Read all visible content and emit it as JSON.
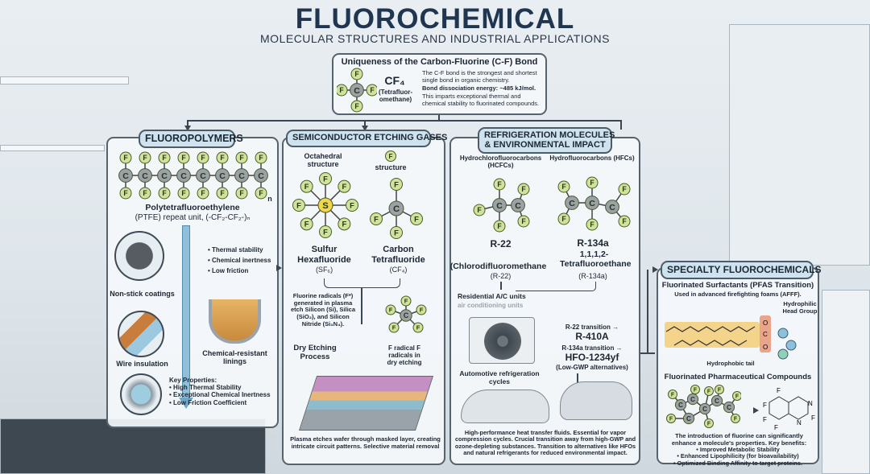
{
  "header": {
    "title": "FLUOROCHEMICAL",
    "subtitle": "MOLECULAR STRUCTURES AND INDUSTRIAL APPLICATIONS"
  },
  "atoms": {
    "F": "F",
    "C": "C",
    "S": "S"
  },
  "cf_bond": {
    "title": "Uniqueness of the Carbon-Fluorine (C-F) Bond",
    "formula": "CF₄",
    "name": "(Tetrafluor-omethane)",
    "line1": "The C-F bond is the strongest and shortest single bond in organic chemistry.",
    "line2": "Bond dissociation energy: ~485 kJ/mol.",
    "line3": "This imparts exceptional thermal and chemical stability to fluorinated compounds."
  },
  "fluoropolymers": {
    "title": "FLUOROPOLYMERS",
    "subscript_n": "n",
    "name": "Polytetrafluoroethylene",
    "repeat": "(PTFE) repeat unit, (-CF₂-CF₂-)ₙ",
    "props": [
      "• Thermal stability",
      "• Chemical inertness",
      "• Low friction"
    ],
    "app1": "Non-stick coatings",
    "app2": "Wire insulation",
    "app3": "Chemical-resistant linings",
    "key_title": "Key Properties:",
    "key": [
      "• High Thermal Stability",
      "• Exceptional Chemical Inertness",
      "• Low Friction Coefficient"
    ]
  },
  "etching": {
    "title": "SEMICONDUCTOR ETCHING GASES",
    "oct": "Octahedral structure",
    "struct": "structure",
    "sf6_name": "Sulfur Hexafluoride",
    "sf6_formula": "(SF₆)",
    "cf4_name": "Carbon Tetrafluoride",
    "cf4_formula": "(CF₄)",
    "radicals": "Fluorine radicals (F*) generated in plasma etch Silicon (Si), Silica (SiO₂), and Silicon Nitride (Si₃N₄).",
    "dry": "Dry Etching Process",
    "fr": "F radical F radicals in dry etching",
    "caption": "Plasma etches wafer through masked layer, creating intricate circuit patterns. Selective material removal"
  },
  "refrigeration": {
    "title1": "REFRIGERATION MOLECULES",
    "title2": "& ENVIRONMENTAL IMPACT",
    "hcfc": "Hydrochlorofluorocarbons (HCFCs)",
    "hfc": "Hydrofluorocarbons (HFCs)",
    "r22": "R-22",
    "r22_name": "(Chlorodifluoromethane",
    "r22_sub": "(R-22)",
    "r134a": "R-134a",
    "r134a_name": "1,1,1,2-Tetrafluoroethane",
    "r134a_sub": "(R-134a)",
    "residential": "Residential A/C units",
    "residential2": "air conditioning units",
    "t1": "R-22 transition →",
    "r410a": "R-410A",
    "t2": "R-134a transition →",
    "hfo": "HFO-1234yf",
    "lowgwp": "(Low-GWP alternatives)",
    "auto": "Automotive refrigeration cycles",
    "caption": "High-performance heat transfer fluids. Essential for vapor compression cycles. Crucial transition away from high-GWP and ozone-depleting substances. Transition to alternatives like HFOs and natural refrigerants for reduced environmental impact."
  },
  "specialty": {
    "title": "SPECIALTY FLUOROCHEMICALS",
    "surf_title": "Fluorinated Surfactants (PFAS Transition)",
    "surf_sub": "Used in advanced firefighting foams (AFFF).",
    "head": "Hydrophilic Head Group",
    "tail": "Hydrophobic tail",
    "o": "O",
    "c": "C",
    "pharma_title": "Fluorinated Pharmaceutical Compounds",
    "n": "N",
    "intro": "The introduction of fluorine can significantly enhance a molecule's properties. Key benefits:",
    "benefits": [
      "• Improved Metabolic Stability",
      "• Enhanced Lipophilicity (for bioavailability)",
      "• Optimized Binding Affinity to target proteins."
    ]
  }
}
